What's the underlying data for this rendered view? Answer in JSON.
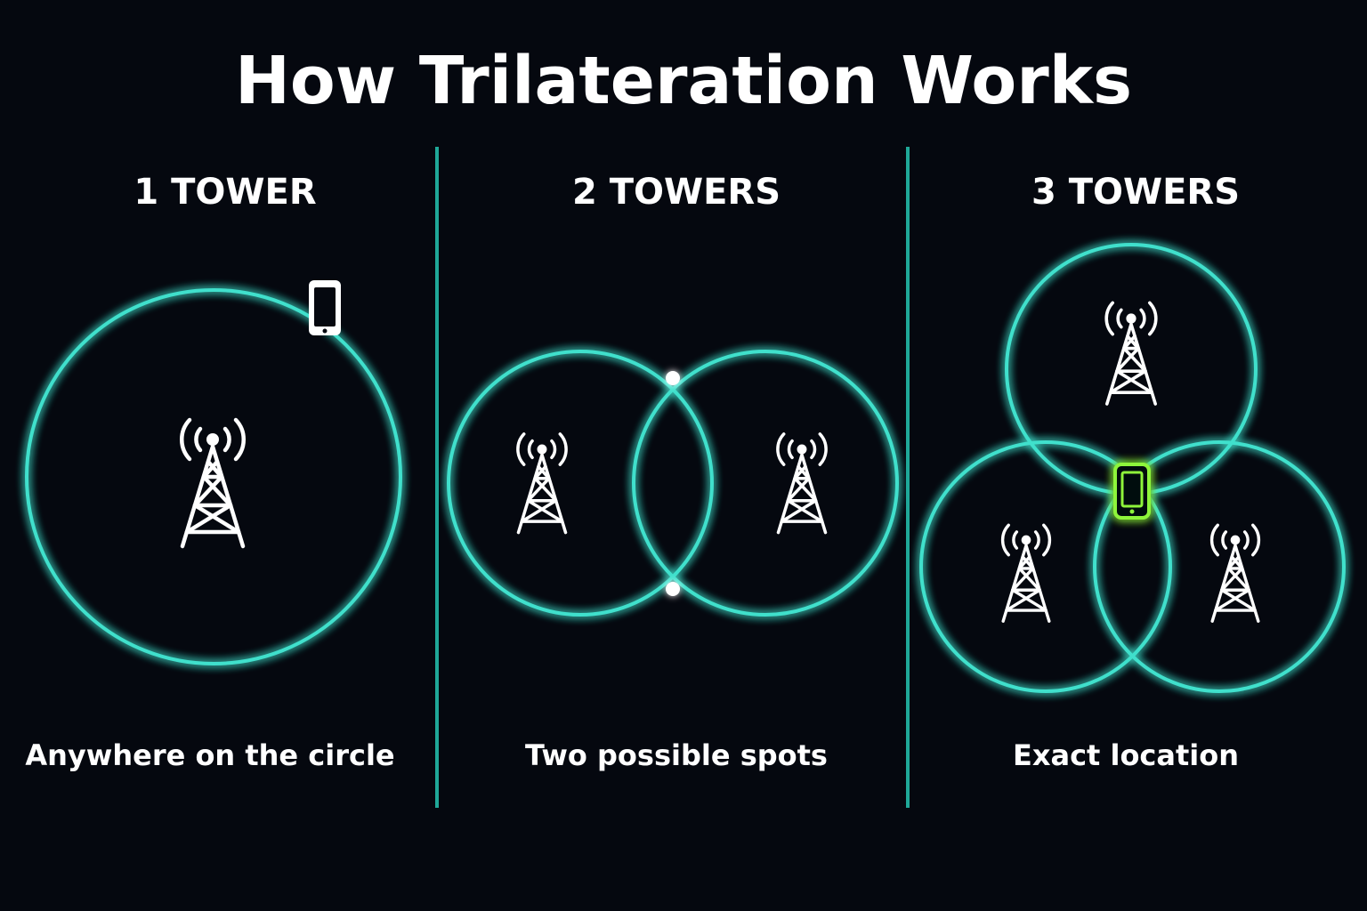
{
  "title": "How Trilateration Works",
  "colors": {
    "background": "#05080f",
    "circle": "#3fe0cc",
    "divider": "#1fa898",
    "phone_highlight": "#8ef53a",
    "text": "#ffffff"
  },
  "panels": [
    {
      "heading": "1 TOWER",
      "caption": "Anywhere on the circle",
      "icons": [
        "tower-icon",
        "phone-icon"
      ]
    },
    {
      "heading": "2 TOWERS",
      "caption": "Two possible spots",
      "icons": [
        "tower-icon",
        "tower-icon",
        "intersection-dot-icon",
        "intersection-dot-icon"
      ]
    },
    {
      "heading": "3 TOWERS",
      "caption": "Exact location",
      "icons": [
        "tower-icon",
        "tower-icon",
        "tower-icon",
        "phone-icon"
      ]
    }
  ]
}
